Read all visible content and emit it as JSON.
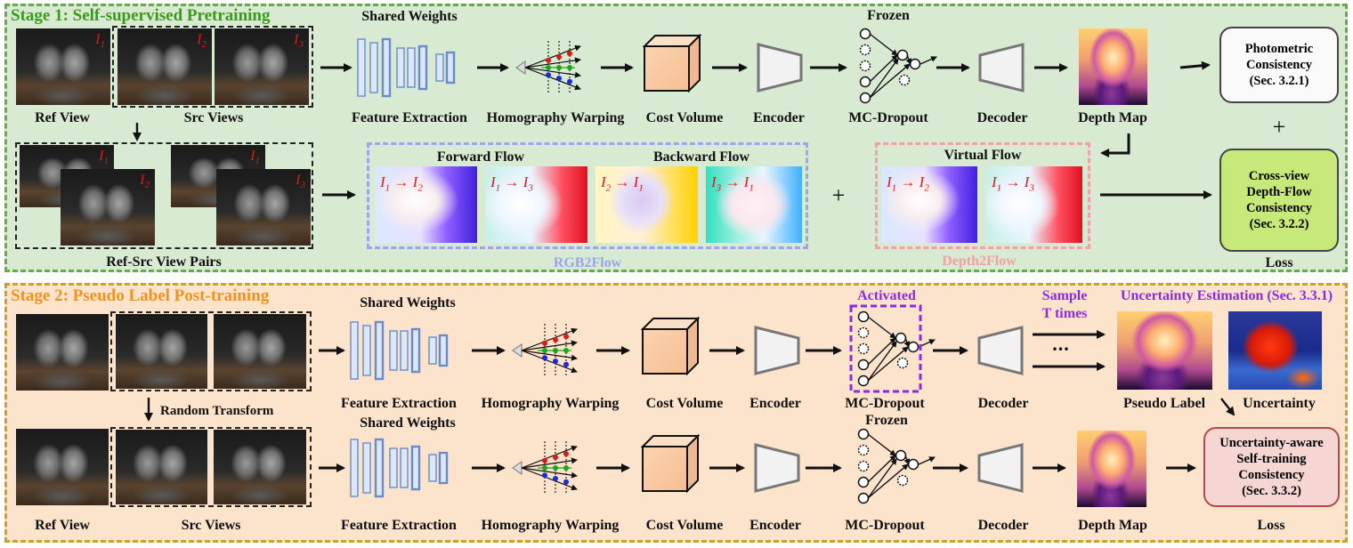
{
  "stage1": {
    "title": "Stage 1: Self-supervised Pretraining",
    "ref_view": "Ref View",
    "src_views": "Src Views",
    "pairs_label": "Ref-Src View Pairs",
    "shared_weights": "Shared Weights",
    "feature_extraction": "Feature Extraction",
    "homography_warping": "Homography Warping",
    "cost_volume": "Cost Volume",
    "encoder": "Encoder",
    "frozen": "Frozen",
    "mc_dropout": "MC-Dropout",
    "decoder": "Decoder",
    "depth_map": "Depth Map",
    "forward_flow": "Forward Flow",
    "backward_flow": "Backward Flow",
    "virtual_flow": "Virtual Flow",
    "rgb2flow": "RGB2Flow",
    "depth2flow": "Depth2Flow",
    "photometric": [
      "Photometric",
      "Consistency",
      "(Sec. 3.2.1)"
    ],
    "crossview": [
      "Cross-view",
      "Depth-Flow",
      "Consistency",
      "(Sec. 3.2.2)"
    ],
    "loss": "Loss",
    "plus": "+"
  },
  "stage2": {
    "title": "Stage 2: Pseudo Label Post-training",
    "shared_weights_top": "Shared Weights",
    "shared_weights_bottom": "Shared Weights",
    "feature_extraction": "Feature Extraction",
    "homography_warping": "Homography Warping",
    "cost_volume": "Cost Volume",
    "encoder": "Encoder",
    "activated": "Activated",
    "mc_dropout": "MC-Dropout",
    "frozen": "Frozen",
    "decoder": "Decoder",
    "sample": [
      "Sample",
      "T times"
    ],
    "dots": "...",
    "uncertainty_estimation": "Uncertainty Estimation (Sec. 3.3.1)",
    "pseudo_label": "Pseudo Label",
    "uncertainty": "Uncertainty",
    "random_transform": "Random Transform",
    "ref_view": "Ref View",
    "src_views": "Src Views",
    "depth_map": "Depth Map",
    "selftraining": [
      "Uncertainty-aware",
      "Self-training",
      "Consistency",
      "(Sec. 3.3.2)"
    ],
    "loss": "Loss"
  },
  "image_subscripts": {
    "i1": "I",
    "i2": "I",
    "i3": "I",
    "n1": "1",
    "n2": "2",
    "n3": "3"
  },
  "flows": {
    "f12": [
      "I",
      "1",
      "I",
      "2"
    ],
    "f13": [
      "I",
      "1",
      "I",
      "3"
    ],
    "f21": [
      "I",
      "2",
      "I",
      "1"
    ],
    "f31": [
      "I",
      "3",
      "I",
      "1"
    ],
    "arrow": "→"
  },
  "colors": {
    "stage1_bg": "#d9ead3",
    "stage1_border": "#6aa84f",
    "stage1_title": "#3a9a1a",
    "stage2_bg": "#fbe3cc",
    "stage2_border": "#c9a227",
    "stage2_title": "#f0921e",
    "rgb2flow": "#9aa4f0",
    "depth2flow": "#f0a0a8",
    "activated": "#8a2be2",
    "crossview_fill": "#c6e97a",
    "selftrain_border": "#b04a4a",
    "selftrain_fill": "#f6d6d2",
    "red_subscript": "#e01818"
  }
}
